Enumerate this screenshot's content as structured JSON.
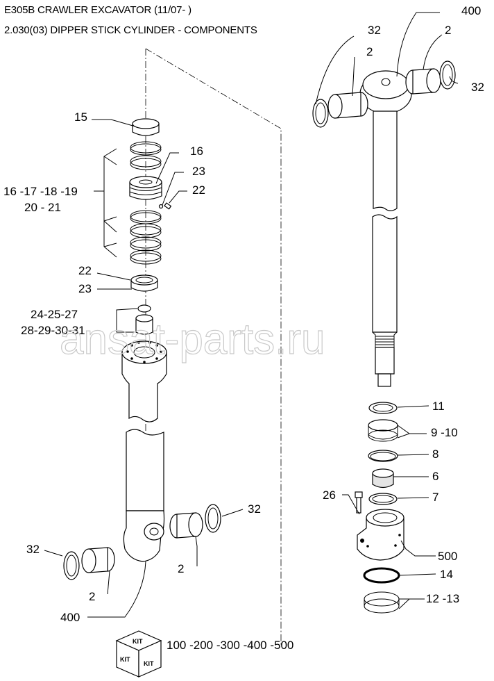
{
  "header": {
    "title": "E305B CRAWLER EXCAVATOR (11/07- )",
    "subtitle": "2.030(03) DIPPER STICK CYLINDER - COMPONENTS"
  },
  "watermark": "ansat-parts.ru",
  "callouts": {
    "c32_top_left": "32",
    "c400_top": "400",
    "c2_top_mid": "2",
    "c2_top_right": "2",
    "c32_top_right": "32",
    "c15": "15",
    "c16": "16",
    "c23_upper": "23",
    "c22_upper": "22",
    "c16_21_line1": "16 -17 -18 -19",
    "c16_21_line2": "20 - 21",
    "c22_lower": "22",
    "c23_lower": "23",
    "c24_27": "24-25-27",
    "c28_31": "28-29-30-31",
    "c11": "11",
    "c9_10": "9 -10",
    "c8": "8",
    "c6": "6",
    "c7": "7",
    "c26": "26",
    "c500": "500",
    "c14": "14",
    "c12_13": "12 -13",
    "c32_bottom_right": "32",
    "c32_bottom_left": "32",
    "c2_bottom_right": "2",
    "c2_bottom_left": "2",
    "c400_bottom": "400",
    "kit_range": "100 -200 -300 -400 -500"
  },
  "kit_icon": {
    "top": "KIT",
    "left": "KIT",
    "right": "KIT"
  }
}
